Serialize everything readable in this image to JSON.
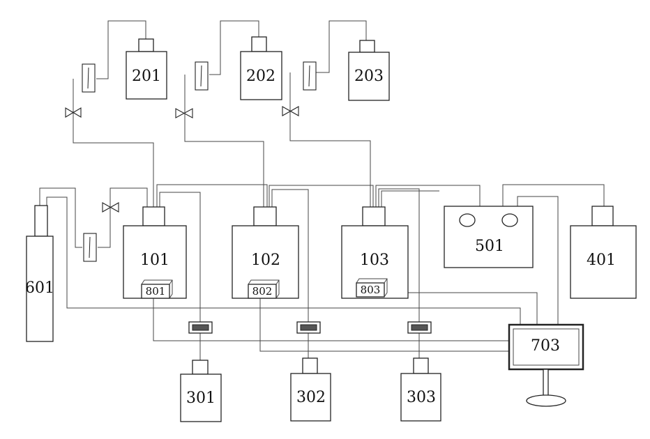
{
  "diagram": {
    "tanks": [
      {
        "id": "t201",
        "label": "201"
      },
      {
        "id": "t202",
        "label": "202"
      },
      {
        "id": "t203",
        "label": "203"
      }
    ],
    "reactors": [
      {
        "id": "r101",
        "label": "101",
        "sensor": "801"
      },
      {
        "id": "r102",
        "label": "102",
        "sensor": "802"
      },
      {
        "id": "r103",
        "label": "103",
        "sensor": "803"
      }
    ],
    "collectors": [
      {
        "id": "c301",
        "label": "301"
      },
      {
        "id": "c302",
        "label": "302"
      },
      {
        "id": "c303",
        "label": "303"
      }
    ],
    "unit_501": "501",
    "unit_401": "401",
    "cylinder_601": "601",
    "monitor_703": "703"
  }
}
